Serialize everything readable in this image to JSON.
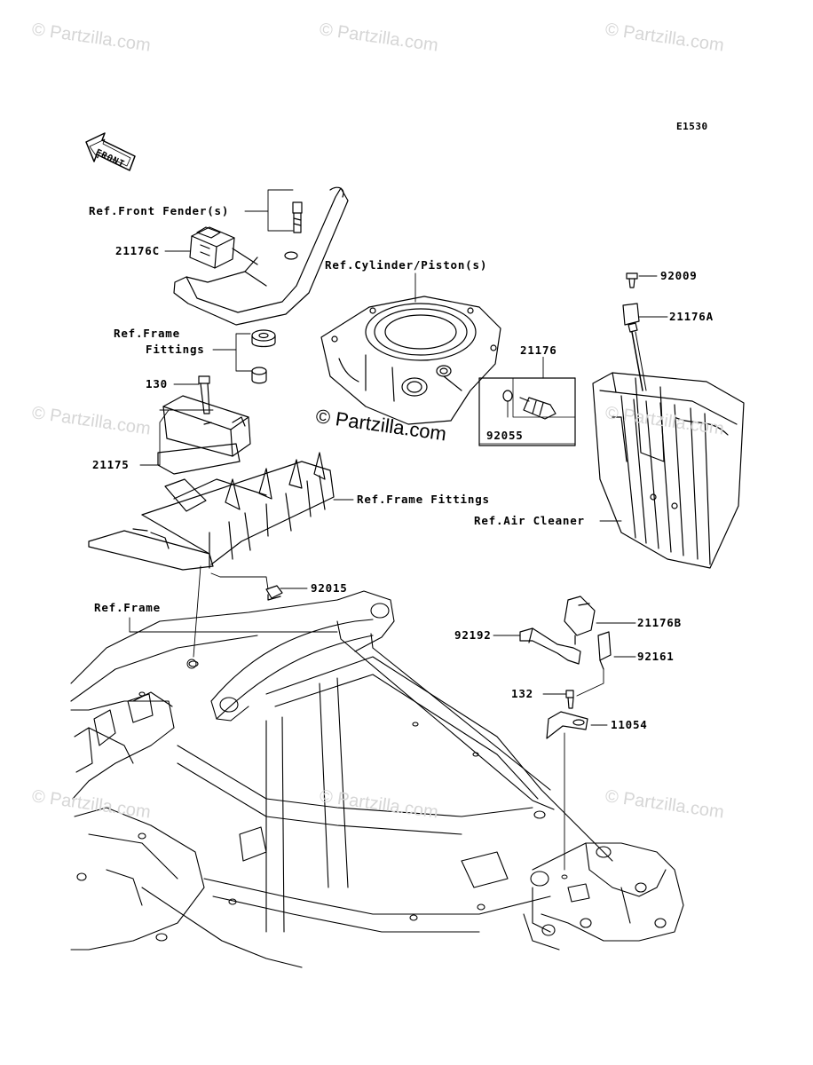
{
  "diagram_code": "E1530",
  "front_arrow_label": "FRONT",
  "watermark": {
    "text": "© Partzilla.com",
    "center_text": "© Partzilla.com"
  },
  "labels": {
    "ref_front_fender": "Ref.Front Fender(s)",
    "part_21176c": "21176C",
    "ref_frame_fittings_1": "Ref.Frame",
    "ref_frame_fittings_2": "Fittings",
    "part_130": "130",
    "part_21175": "21175",
    "ref_frame_fittings_long": "Ref.Frame Fittings",
    "part_92015": "92015",
    "ref_frame": "Ref.Frame",
    "ref_cylinder_piston": "Ref.Cylinder/Piston(s)",
    "part_21176": "21176",
    "part_92055": "92055",
    "part_92009": "92009",
    "part_21176a": "21176A",
    "ref_air_cleaner": "Ref.Air Cleaner",
    "part_21176b": "21176B",
    "part_92192": "92192",
    "part_92161": "92161",
    "part_132": "132",
    "part_11054": "11054"
  }
}
